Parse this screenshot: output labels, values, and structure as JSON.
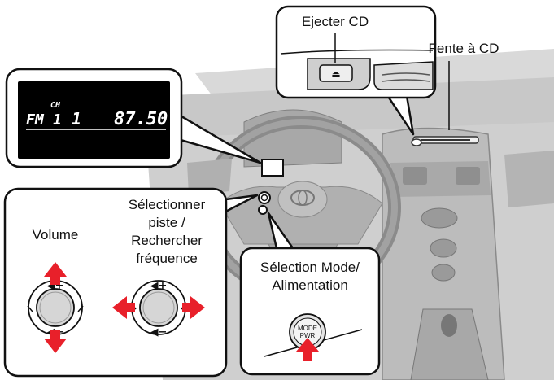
{
  "lcd": {
    "band": "FM",
    "channel_prefix": "CH",
    "channel": "1",
    "preset": "1",
    "frequency": "87.50"
  },
  "labels": {
    "eject_cd": "Ejecter CD",
    "cd_slot": "Fente à CD",
    "volume": "Volume",
    "track_line1": "Sélectionner",
    "track_line2": "piste /",
    "track_line3": "Rechercher",
    "track_line4": "fréquence",
    "mode_line1": "Sélection Mode/",
    "mode_line2": "Alimentation"
  },
  "button_text": {
    "mode_top": "MODE",
    "mode_bottom": "PWR",
    "eject_symbol": "⏏"
  },
  "colors": {
    "arrow_red": "#e8202a",
    "outline": "#111111",
    "lcd_bg": "#000000",
    "dash_gray": "#bdbdbd"
  }
}
